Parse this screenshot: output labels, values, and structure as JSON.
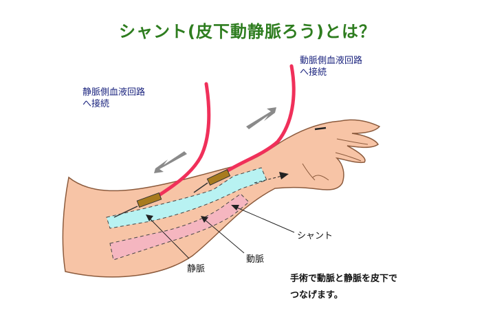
{
  "title": "シャント(皮下動静脈ろう)とは？",
  "venous_note": [
    "静脈側血液回路",
    "へ接続"
  ],
  "arterial_note": [
    "動脈側血液回路",
    "へ接続"
  ],
  "labels": {
    "shunt": "シャント",
    "artery": "動脈",
    "vein": "静脈"
  },
  "description": [
    "手術で動脈と静脈を皮下で",
    "つなげます。"
  ],
  "colors": {
    "title": "#2e7d1f",
    "note": "#1a237e",
    "skin": "#f7c4a6",
    "tube": "#f0305a",
    "vein": "#b8f2f2",
    "artery": "#f5b6c0",
    "needle_hub": "#a87b1e",
    "arrow": "#8a8a8a"
  }
}
